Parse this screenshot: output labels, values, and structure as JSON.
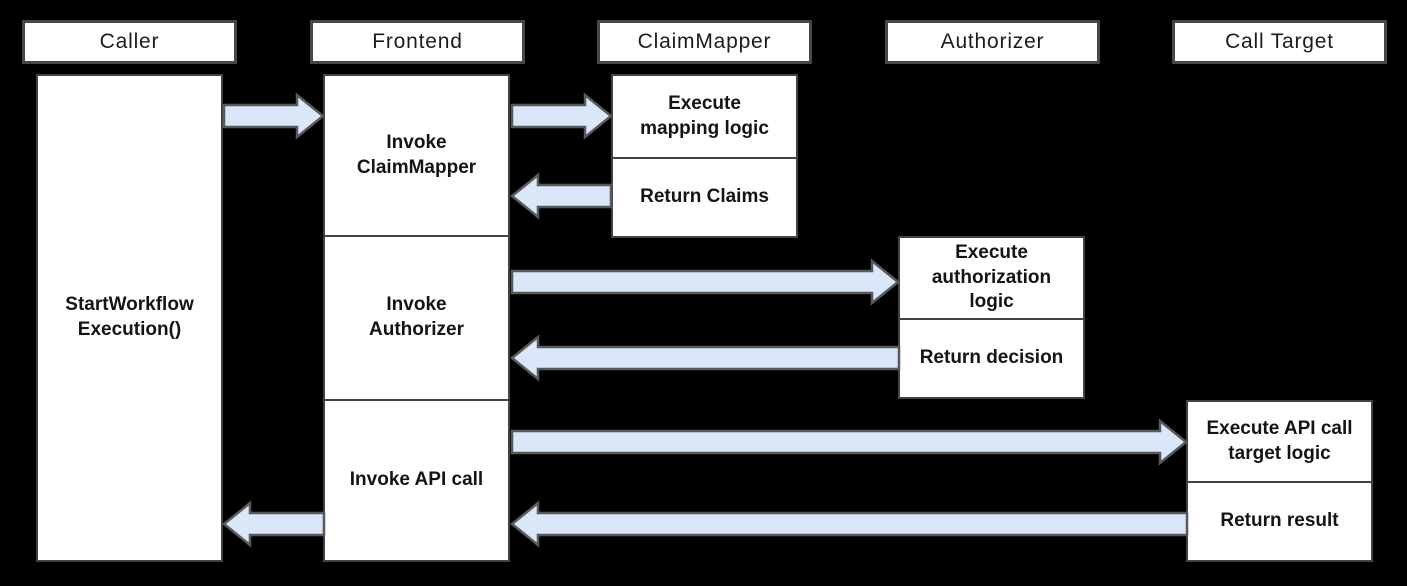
{
  "diagram": {
    "type": "sequence-diagram",
    "colors": {
      "background": "#000000",
      "box_fill": "#ffffff",
      "box_border": "#474747",
      "arrow_fill": "#d9e7f8",
      "arrow_stroke": "#58595b",
      "text": "#141414"
    },
    "actors": [
      {
        "name": "Caller",
        "steps": [
          "StartWorkflow\nExecution()"
        ]
      },
      {
        "name": "Frontend",
        "steps": [
          "Invoke\nClaimMapper",
          "Invoke\nAuthorizer",
          "Invoke API call"
        ]
      },
      {
        "name": "ClaimMapper",
        "steps": [
          "Execute\nmapping logic",
          "Return Claims"
        ]
      },
      {
        "name": "Authorizer",
        "steps": [
          "Execute\nauthorization\nlogic",
          "Return decision"
        ]
      },
      {
        "name": "Call Target",
        "steps": [
          "Execute API call\ntarget logic",
          "Return result"
        ]
      }
    ],
    "flows": [
      {
        "order": 1,
        "from": "Caller",
        "to": "Frontend",
        "direction": "right"
      },
      {
        "order": 2,
        "from": "Frontend",
        "to": "ClaimMapper",
        "direction": "right"
      },
      {
        "order": 3,
        "from": "ClaimMapper",
        "to": "Frontend",
        "direction": "left"
      },
      {
        "order": 4,
        "from": "Frontend",
        "to": "Authorizer",
        "direction": "right"
      },
      {
        "order": 5,
        "from": "Authorizer",
        "to": "Frontend",
        "direction": "left"
      },
      {
        "order": 6,
        "from": "Frontend",
        "to": "Call Target",
        "direction": "right"
      },
      {
        "order": 7,
        "from": "Call Target",
        "to": "Frontend",
        "direction": "left"
      },
      {
        "order": 8,
        "from": "Frontend",
        "to": "Caller",
        "direction": "left"
      }
    ]
  }
}
